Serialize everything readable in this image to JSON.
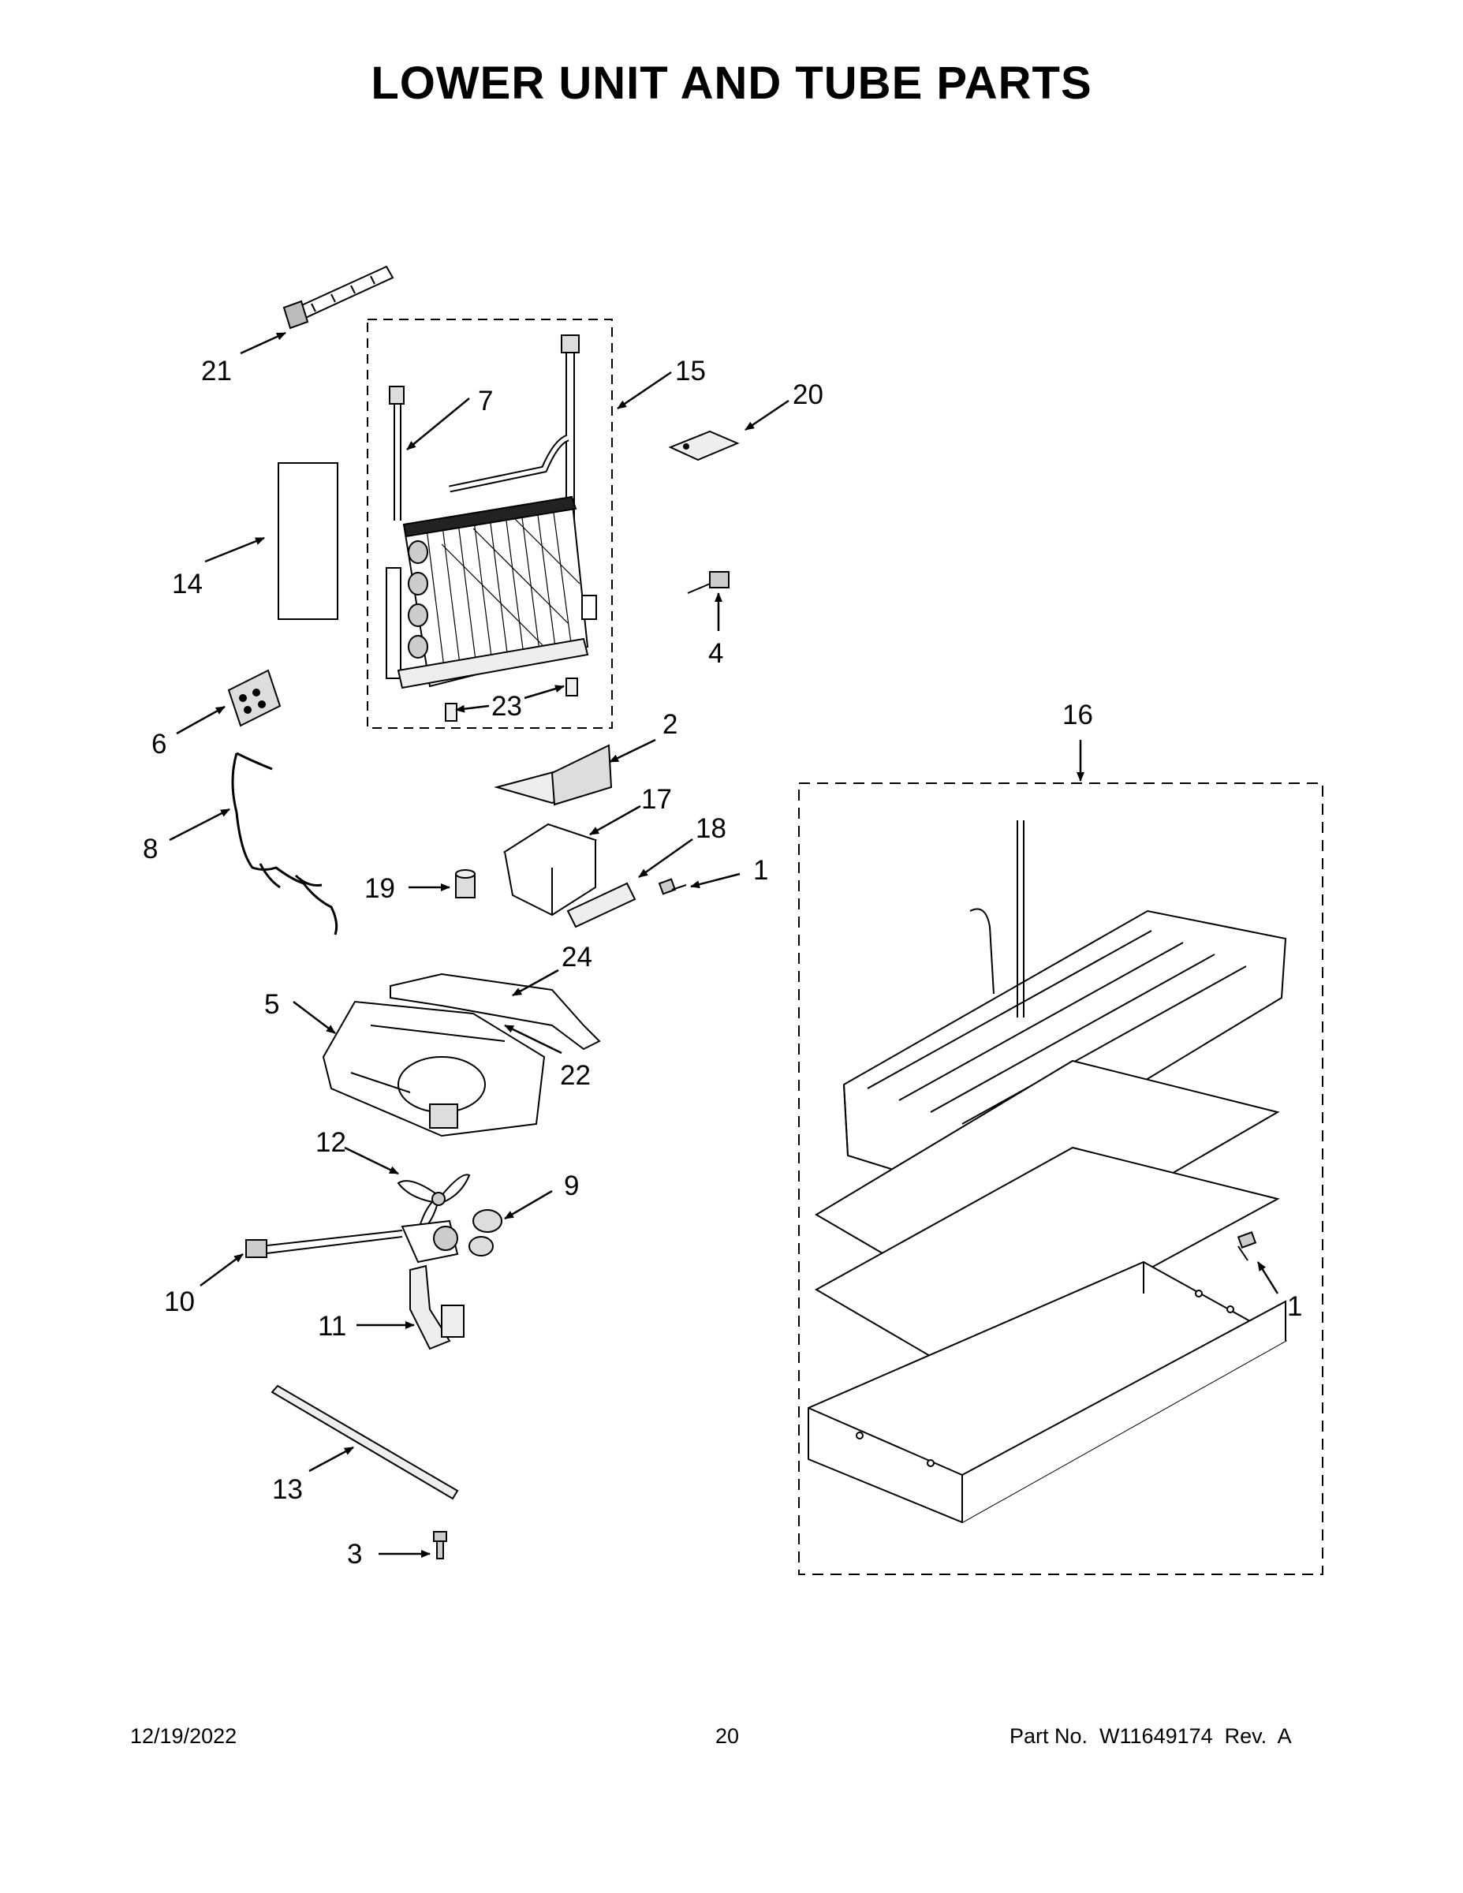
{
  "title": "LOWER UNIT AND TUBE PARTS",
  "callouts": {
    "c1a": "1",
    "c1b": "1",
    "c2": "2",
    "c3": "3",
    "c4": "4",
    "c5": "5",
    "c6": "6",
    "c7": "7",
    "c8": "8",
    "c9": "9",
    "c10": "10",
    "c11": "11",
    "c12": "12",
    "c13": "13",
    "c14": "14",
    "c15": "15",
    "c16": "16",
    "c17": "17",
    "c18": "18",
    "c19": "19",
    "c20": "20",
    "c21": "21",
    "c22": "22",
    "c23": "23",
    "c24": "24"
  },
  "footer": {
    "date": "12/19/2022",
    "page": "20",
    "part_no": "Part No.  W11649174  Rev.  A"
  }
}
